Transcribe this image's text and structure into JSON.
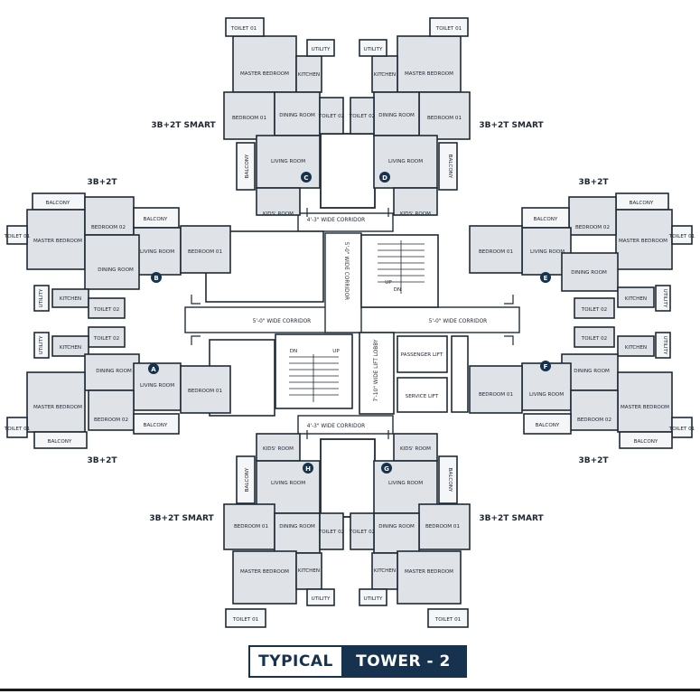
{
  "unit_labels": {
    "top_left": "3B+2T SMART",
    "top_right": "3B+2T SMART",
    "left_upper": "3B+2T",
    "right_upper": "3B+2T",
    "left_lower": "3B+2T",
    "right_lower": "3B+2T",
    "bottom_left": "3B+2T SMART",
    "bottom_right": "3B+2T SMART"
  },
  "unit_markers": [
    "A",
    "B",
    "C",
    "D",
    "E",
    "F",
    "G",
    "H"
  ],
  "rooms": {
    "toilet_01": "TOILET 01",
    "toilet_02": "TOILET 02",
    "master_bedroom": "MASTER BEDROOM",
    "kitchen": "KITCHEN",
    "utility": "UTILITY",
    "bedroom_01": "BEDROOM 01",
    "bedroom_02": "BEDROOM 02",
    "dining_room": "DINING ROOM",
    "living_room": "LIVING ROOM",
    "balcony": "BALCONY",
    "kids_room": "KIDS' ROOM"
  },
  "corridors": {
    "c43_top": "4'-3\" WIDE CORRIDOR",
    "c43_bottom": "4'-3\" WIDE CORRIDOR",
    "c50_vertical": "5'-0\" WIDE CORRIDOR",
    "c50_left": "5'-0\" WIDE CORRIDOR",
    "c50_right": "5'-0\" WIDE CORRIDOR",
    "lift_lobby": "7'-10\" WIDE LIFT LOBBY"
  },
  "core": {
    "passenger_lift": "PASSENGER LIFT",
    "service_lift": "SERVICE LIFT",
    "stair_up": "UP",
    "stair_dn": "DN"
  },
  "footer": {
    "left": "TYPICAL",
    "right": "TOWER - 2"
  }
}
